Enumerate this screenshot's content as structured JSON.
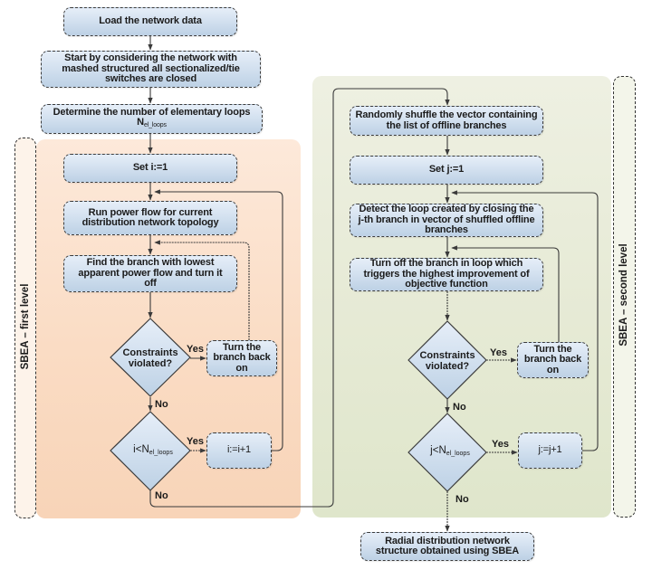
{
  "side_labels": {
    "first": "SBEA – first level",
    "second": "SBEA – second level"
  },
  "steps": {
    "load": [
      "Load the network data"
    ],
    "start": [
      "Start by considering the network with",
      "mashed structured all sectionalized/tie",
      "switches are closed"
    ],
    "determine": [
      "Determine the number of elementary loops"
    ],
    "determine_symbol": {
      "text": "N",
      "sub": "el_loops"
    },
    "set_i": [
      "Set i:=1"
    ],
    "run_power_flow": [
      "Run power flow for current",
      "distribution network topology"
    ],
    "find_branch": [
      "Find the branch with lowest",
      "apparent power flow and turn it",
      "off"
    ],
    "constraints_first": [
      "Constraints",
      "violated?"
    ],
    "turn_back_first": [
      "Turn the",
      "branch back",
      "on"
    ],
    "cond_i": {
      "text": "i<N",
      "sub": "el_loops"
    },
    "increment_i": [
      "i:=i+1"
    ],
    "shuffle": [
      "Randomly shuffle the vector containing",
      "the list of offline branches"
    ],
    "set_j": [
      "Set j:=1"
    ],
    "detect_loop": [
      "Detect the loop created by closing the",
      "j-th branch in vector of shuffled offline",
      "branches"
    ],
    "turn_off": [
      "Turn off the branch in loop which",
      "triggers the highest improvement of",
      "objective function"
    ],
    "constraints_second": [
      "Constraints",
      "violated?"
    ],
    "turn_back_second": [
      "Turn the",
      "branch back",
      "on"
    ],
    "cond_j": {
      "text": "j<N",
      "sub": "el_loops"
    },
    "increment_j": [
      "j:=j+1"
    ],
    "result": [
      "Radial distribution network",
      "structure obtained using SBEA"
    ]
  },
  "edge_labels": {
    "yes": "Yes",
    "no": "No"
  },
  "colors": {
    "first_level_region": "#fadcc4",
    "second_level_region": "#e6ead5",
    "step_fill": "#d2e0ef",
    "connector": "#3a3a3a"
  }
}
